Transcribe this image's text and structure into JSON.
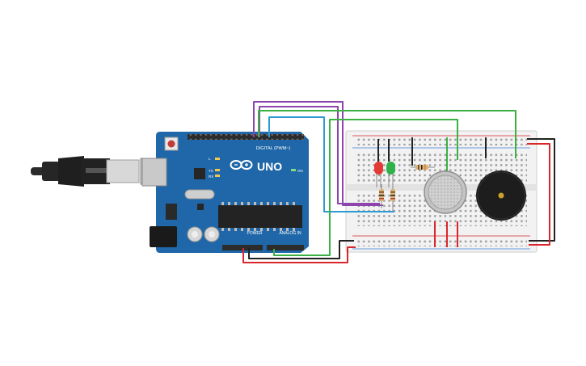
{
  "board": {
    "brand": "UNO",
    "digital_label": "DIGITAL (PWM~)",
    "power_label": "POWER",
    "analog_label": "ANALOG IN",
    "on_label": "ON",
    "led_l": "L",
    "led_tx": "TX",
    "led_rx": "RX"
  },
  "colors": {
    "board": "#1f67a8",
    "wire_purple": "#8e44ad",
    "wire_blue": "#2e9bd6",
    "wire_green": "#3cb043",
    "wire_black": "#222222",
    "wire_red": "#d9262c",
    "led_red": "#e53935",
    "led_green": "#2eb14a"
  },
  "components": {
    "usb": "usb-cable",
    "gas_sensor": "gas-sensor",
    "buzzer": "piezo-buzzer"
  }
}
